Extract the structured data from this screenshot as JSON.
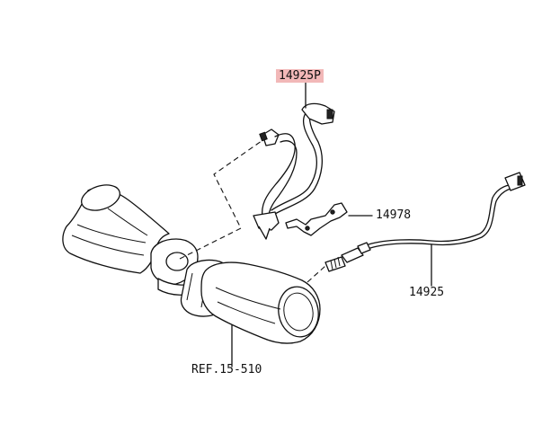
{
  "labels": {
    "highlighted_part": "14925P",
    "bracket_part": "14978",
    "rear_sensor_part": "14925",
    "reference": "REF.15-510"
  },
  "colors": {
    "highlight": "#f2b8b8",
    "line": "#111111",
    "background": "#ffffff"
  }
}
